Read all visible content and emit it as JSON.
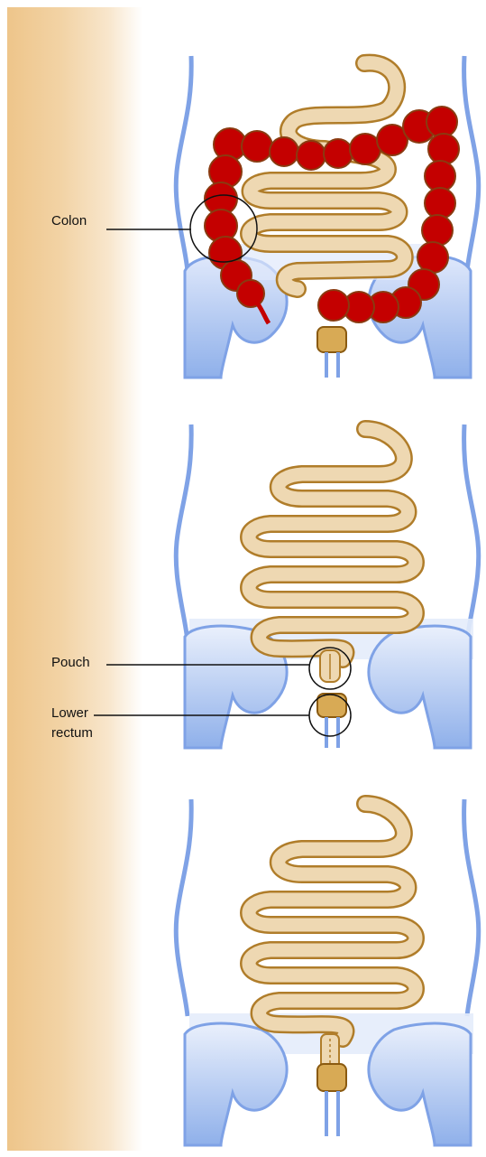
{
  "labels": {
    "colon": "Colon",
    "pouch": "Pouch",
    "lower_line1": "Lower",
    "lower_line2": "rectum"
  },
  "colors": {
    "side_strip": "#eec58a",
    "body_outline": "#7fa2e6",
    "pelvis": "#8fb0ea",
    "intestine_fill": "#eed8b2",
    "intestine_outline": "#b07d2a",
    "colon_red": "#c40000",
    "colon_outline": "#8a3a10"
  }
}
